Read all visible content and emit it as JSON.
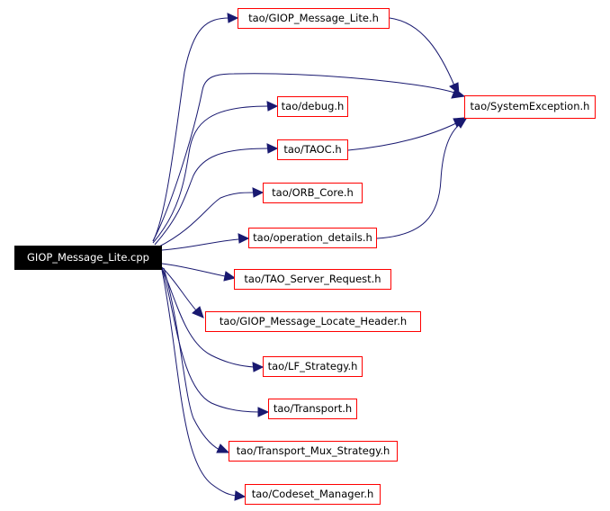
{
  "root": {
    "label": "GIOP_Message_Lite.cpp"
  },
  "includes": [
    {
      "id": "giop_message_lite_h",
      "label": "tao/GIOP_Message_Lite.h"
    },
    {
      "id": "debug_h",
      "label": "tao/debug.h"
    },
    {
      "id": "taoc_h",
      "label": "tao/TAOC.h"
    },
    {
      "id": "orb_core_h",
      "label": "tao/ORB_Core.h"
    },
    {
      "id": "operation_details_h",
      "label": "tao/operation_details.h"
    },
    {
      "id": "tao_server_request_h",
      "label": "tao/TAO_Server_Request.h"
    },
    {
      "id": "giop_message_locate_header_h",
      "label": "tao/GIOP_Message_Locate_Header.h"
    },
    {
      "id": "lf_strategy_h",
      "label": "tao/LF_Strategy.h"
    },
    {
      "id": "transport_h",
      "label": "tao/Transport.h"
    },
    {
      "id": "transport_mux_strategy_h",
      "label": "tao/Transport_Mux_Strategy.h"
    },
    {
      "id": "codeset_manager_h",
      "label": "tao/Codeset_Manager.h"
    }
  ],
  "secondary": [
    {
      "id": "systemexception_h",
      "label": "tao/SystemException.h"
    }
  ],
  "edges": [
    {
      "from": "root",
      "to": "giop_message_lite_h"
    },
    {
      "from": "root",
      "to": "systemexception_h"
    },
    {
      "from": "root",
      "to": "debug_h"
    },
    {
      "from": "root",
      "to": "taoc_h"
    },
    {
      "from": "root",
      "to": "orb_core_h"
    },
    {
      "from": "root",
      "to": "operation_details_h"
    },
    {
      "from": "root",
      "to": "tao_server_request_h"
    },
    {
      "from": "root",
      "to": "giop_message_locate_header_h"
    },
    {
      "from": "root",
      "to": "lf_strategy_h"
    },
    {
      "from": "root",
      "to": "transport_h"
    },
    {
      "from": "root",
      "to": "transport_mux_strategy_h"
    },
    {
      "from": "root",
      "to": "codeset_manager_h"
    },
    {
      "from": "giop_message_lite_h",
      "to": "systemexception_h"
    },
    {
      "from": "taoc_h",
      "to": "systemexception_h"
    },
    {
      "from": "operation_details_h",
      "to": "systemexception_h"
    }
  ],
  "colors": {
    "node_border": "#ff0000",
    "edge": "#191970",
    "root_fill": "#000000",
    "root_text": "#ffffff"
  }
}
